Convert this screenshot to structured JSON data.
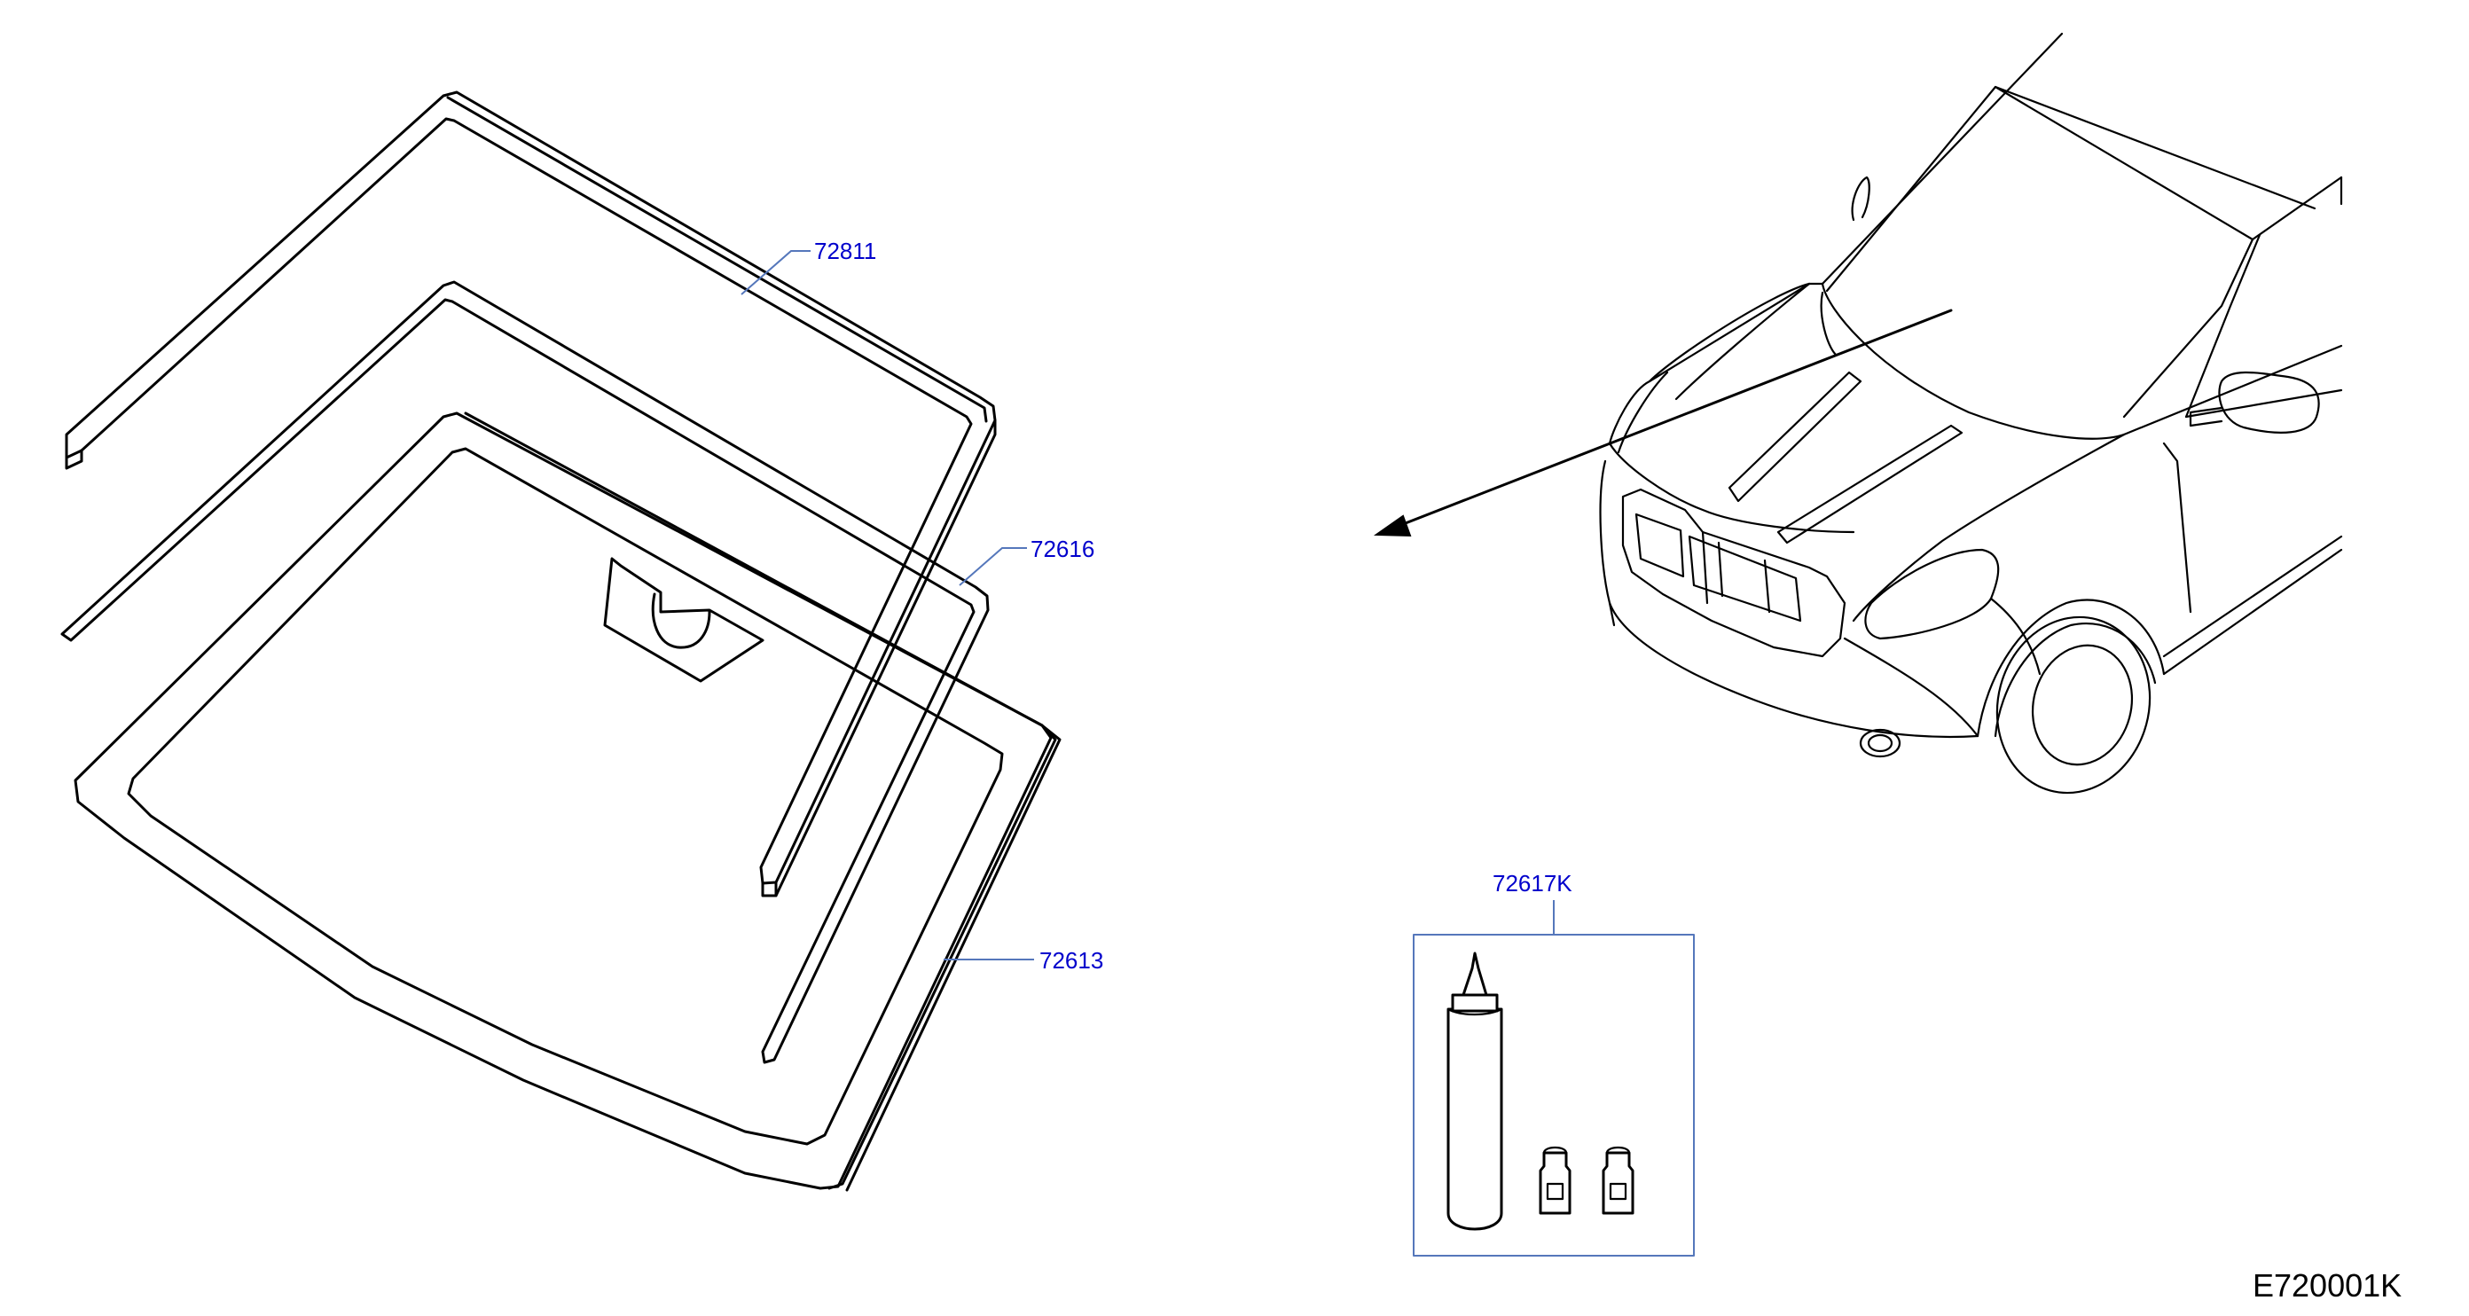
{
  "colors": {
    "line": "#000000",
    "label": "#0000cc",
    "leader": "#5577bb"
  },
  "callouts": {
    "c1": {
      "text": "72811"
    },
    "c2": {
      "text": "72616"
    },
    "c3": {
      "text": "72613"
    },
    "c4": {
      "text": "72617K"
    }
  },
  "diagram_code": "E720001K"
}
